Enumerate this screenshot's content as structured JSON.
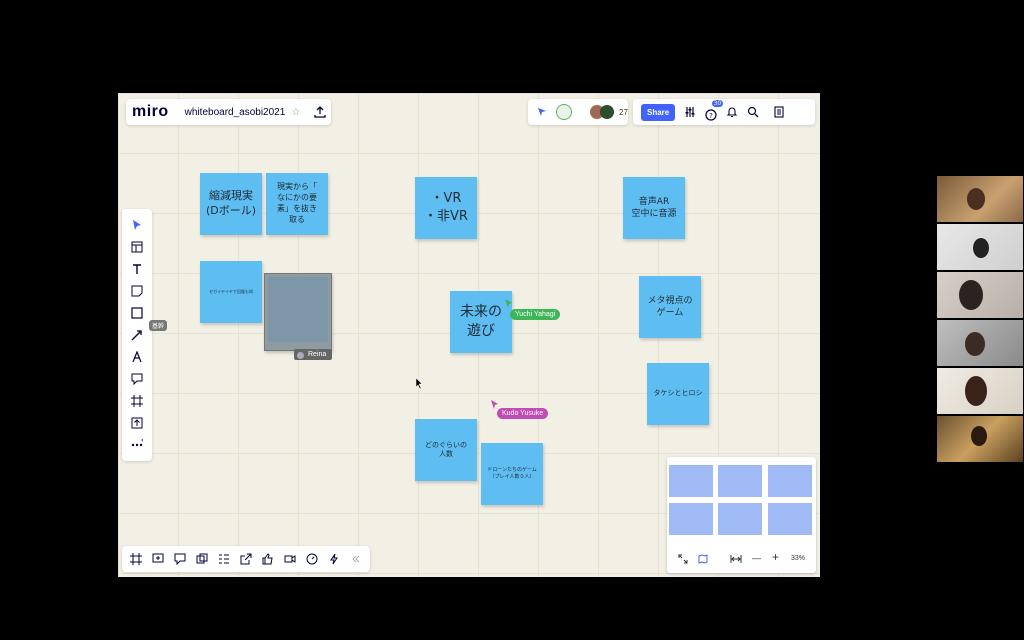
{
  "app": {
    "logo": "miro",
    "board_name": "whiteboard_asobi2021",
    "star": "☆"
  },
  "header": {
    "collaborator_count": "27",
    "share_label": "Share",
    "notification_badge": "30"
  },
  "stickies": [
    {
      "text": "縮減現実\n(Dボール)",
      "font": 11
    },
    {
      "text": "現実から「\nなにかの要\n素」を抜き\n取る",
      "font": 8
    },
    {
      "text": "・VR\n・非VR",
      "font": 13
    },
    {
      "text": "音声AR\n空中に音源",
      "font": 9
    },
    {
      "text": "セガイヤイヤで回復も知",
      "font": 4
    },
    {
      "text": "未来の\n遊び",
      "font": 14
    },
    {
      "text": "メタ視点の\nゲーム",
      "font": 9
    },
    {
      "text": "タケシとヒロシ",
      "font": 7
    },
    {
      "text": "どのぐらいの\n人数",
      "font": 7
    },
    {
      "text": "ドローンたちのゲーム\n（プレイ人数０人）",
      "font": 5
    }
  ],
  "photo_label": "Reina",
  "cursors": [
    {
      "name": "Yuchi Yahagi",
      "color": "#3fb558"
    },
    {
      "name": "Kudo Yusuke",
      "color": "#c24bb5"
    }
  ],
  "left_tag": "基幹",
  "minimap": {
    "zoom": "33%",
    "minus": "—",
    "plus": "+"
  },
  "colors": {
    "sticky": "#5ebef2",
    "accent": "#4262ff",
    "board": "#f2efe4"
  },
  "icons": [
    "select-icon",
    "template-icon",
    "text-icon",
    "sticky-note-icon",
    "shape-icon",
    "pen-icon",
    "comment-icon",
    "frame-icon",
    "upload-icon",
    "more-icon"
  ]
}
